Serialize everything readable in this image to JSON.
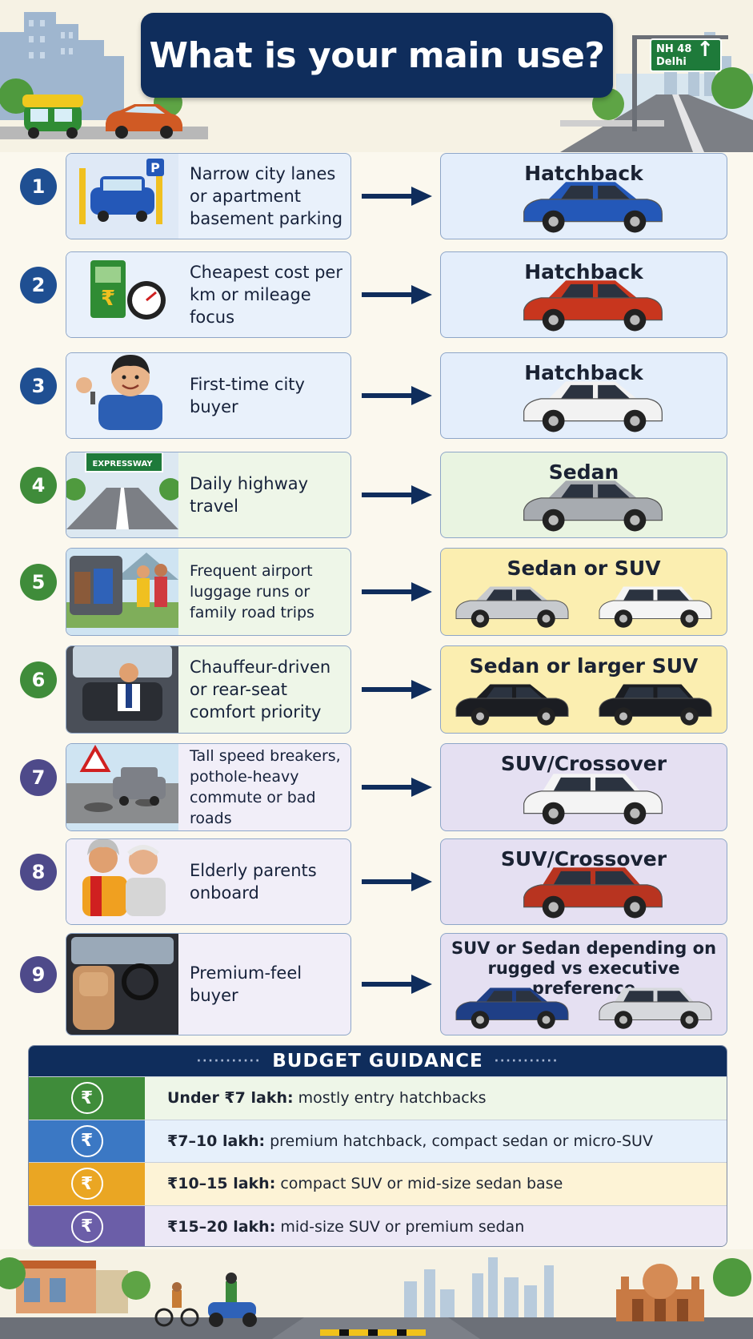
{
  "title": "What is your main use?",
  "highway_sign": {
    "line1": "NH 48",
    "line2": "Delhi"
  },
  "colors": {
    "navy": "#0f2d5c",
    "blue_badge": "#1f4f92",
    "green_badge": "#3f8c3a",
    "purple_badge": "#4e4a8a",
    "blue_card": "#e4eefb",
    "green_card": "#e9f4e1",
    "yellow_card": "#fbeeb0",
    "purple_card": "#e5e0f2",
    "arrow": "#0f2d5c"
  },
  "rows": [
    {
      "number": "1",
      "use": "Narrow city lanes or apartment basement parking",
      "result": "Hatchback",
      "icon": "parking-garage-icon",
      "car_colors": [
        "#2458b8"
      ]
    },
    {
      "number": "2",
      "use": "Cheapest cost per km or mileage focus",
      "result": "Hatchback",
      "icon": "fuel-pump-icon",
      "car_colors": [
        "#c8361e"
      ]
    },
    {
      "number": "3",
      "use": "First-time city buyer",
      "result": "Hatchback",
      "icon": "person-with-key-icon",
      "car_colors": [
        "#f2f2f2"
      ]
    },
    {
      "number": "4",
      "use": "Daily highway travel",
      "result": "Sedan",
      "icon": "expressway-icon",
      "sign_text": "EXPRESSWAY",
      "car_colors": [
        "#a7abb0"
      ]
    },
    {
      "number": "5",
      "use": "Frequent airport luggage runs or family road trips",
      "result": "Sedan or SUV",
      "icon": "family-luggage-icon",
      "car_colors": [
        "#c7cace",
        "#f4f4f4"
      ]
    },
    {
      "number": "6",
      "use": "Chauffeur-driven or rear-seat comfort priority",
      "result": "Sedan or larger SUV",
      "icon": "rear-seat-passenger-icon",
      "car_colors": [
        "#1b1d22",
        "#1b1d22"
      ]
    },
    {
      "number": "7",
      "use": "Tall speed breakers, pothole-heavy commute or bad roads",
      "result": "SUV/Crossover",
      "icon": "bad-road-icon",
      "car_colors": [
        "#f4f4f4"
      ]
    },
    {
      "number": "8",
      "use": "Elderly parents onboard",
      "result": "SUV/Crossover",
      "icon": "elderly-parents-icon",
      "car_colors": [
        "#b83420"
      ]
    },
    {
      "number": "9",
      "use": "Premium-feel buyer",
      "result": "SUV or Sedan depending on rugged vs executive preference",
      "icon": "premium-interior-icon",
      "car_colors": [
        "#1f3f86",
        "#d6d8dc"
      ]
    }
  ],
  "budget": {
    "heading": "BUDGET GUIDANCE",
    "rows": [
      {
        "range": "Under ₹7 lakh:",
        "text": "mostly entry hatchbacks",
        "color": "#3f8c3a",
        "bg": "#eef6e8"
      },
      {
        "range": "₹7–10 lakh:",
        "text": "premium hatchback, compact sedan or micro-SUV",
        "color": "#3b78c4",
        "bg": "#e6f0fb"
      },
      {
        "range": "₹10–15 lakh:",
        "text": "compact SUV or mid-size sedan base",
        "color": "#eaa623",
        "bg": "#fdf3d6"
      },
      {
        "range": "₹15–20 lakh:",
        "text": "mid-size SUV or premium sedan",
        "color": "#6b5ea8",
        "bg": "#ece8f6"
      }
    ],
    "rupee_symbol": "₹"
  }
}
